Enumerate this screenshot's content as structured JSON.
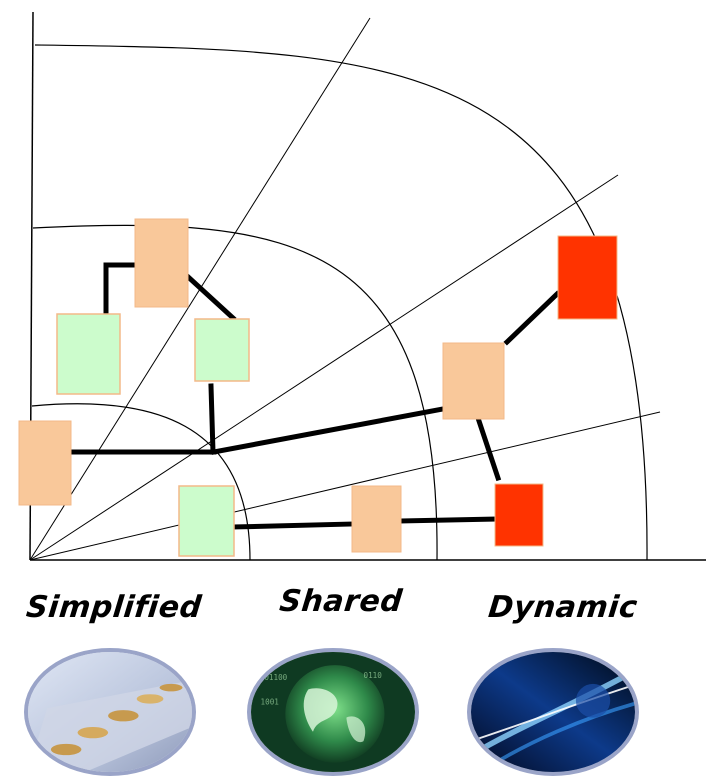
{
  "captions": {
    "simplified": "Simplified",
    "shared": "Shared",
    "dynamic": "Dynamic"
  },
  "icons": {
    "simplified": "coins-photo",
    "shared": "globe-photo",
    "dynamic": "light-streak-photo"
  },
  "colors": {
    "peach": "#f9c89a",
    "green": "#ccfccc",
    "red": "#ff3300",
    "line": "#000000"
  }
}
